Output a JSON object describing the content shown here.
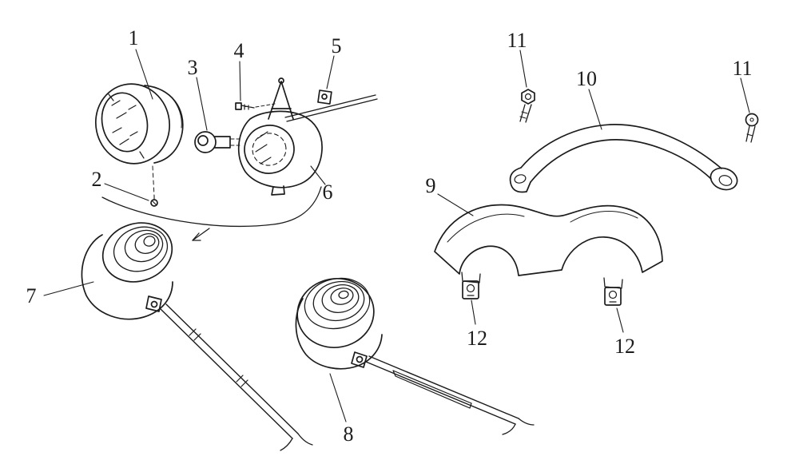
{
  "figure": {
    "ink": "#1c1c1c",
    "background": "#ffffff",
    "labels": [
      {
        "text": "1"
      },
      {
        "text": "2"
      },
      {
        "text": "3"
      },
      {
        "text": "4"
      },
      {
        "text": "5"
      },
      {
        "text": "6"
      },
      {
        "text": "7"
      },
      {
        "text": "8"
      },
      {
        "text": "9"
      },
      {
        "text": "10"
      },
      {
        "text": "11"
      },
      {
        "text": "11"
      },
      {
        "text": "12"
      },
      {
        "text": "12"
      }
    ]
  }
}
